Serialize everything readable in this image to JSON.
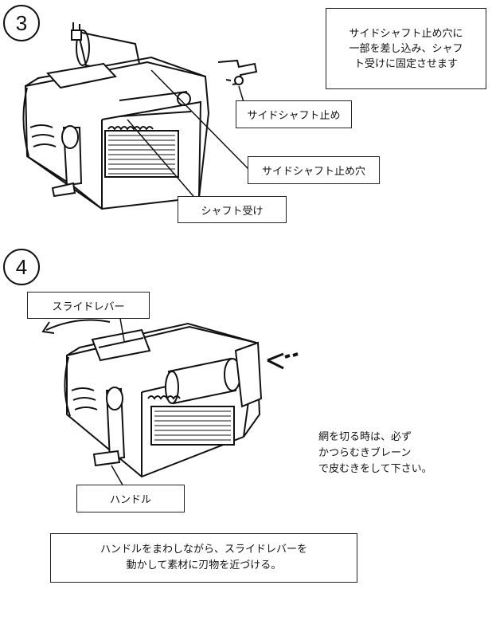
{
  "step3": {
    "number": "3",
    "note": "サイドシャフト止め穴に\n一部を差し込み、シャフ\nト受けに固定させます",
    "labels": {
      "side_shaft_stopper": "サイドシャフト止め",
      "side_shaft_stopper_hole": "サイドシャフト止め穴",
      "shaft_bearing": "シャフト受け"
    }
  },
  "step4": {
    "number": "4",
    "labels": {
      "slide_lever": "スライドレバー",
      "handle": "ハンドル"
    },
    "caution": "網を切る時は、必ず\nかつらむきブレーン\nで皮むきをして下さい。",
    "instruction": "ハンドルをまわしながら、スライドレバーを\n動かして素材に刃物を近づける。"
  }
}
